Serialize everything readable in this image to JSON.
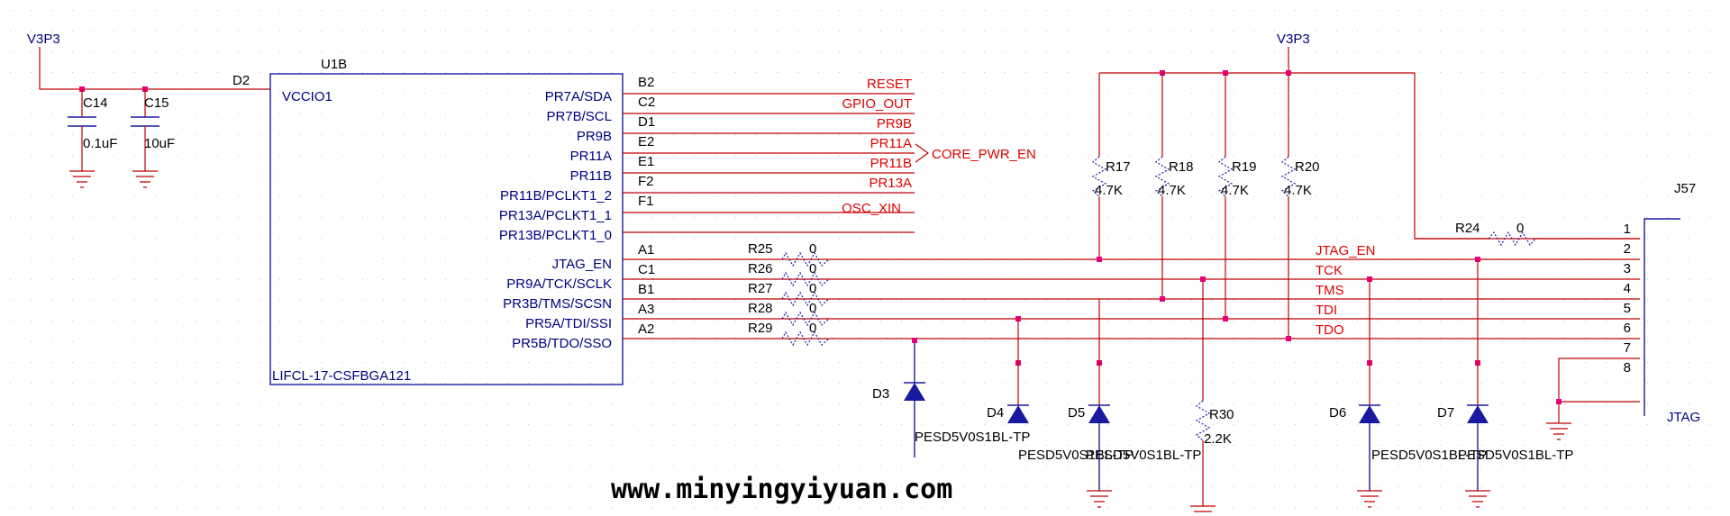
{
  "power": {
    "v3p3_left": "V3P3",
    "v3p3_right": "V3P3"
  },
  "capacitors": {
    "c14": {
      "ref": "C14",
      "value": "0.1uF"
    },
    "c15": {
      "ref": "C15",
      "value": "10uF"
    }
  },
  "u1b": {
    "ref": "U1B",
    "part": "LIFCL-17-CSFBGA121",
    "vccio_pin_num": "D2",
    "vccio_pin": "VCCIO1",
    "pins": [
      {
        "name": "PR7A/SDA",
        "num": "B2"
      },
      {
        "name": "PR7B/SCL",
        "num": "C2"
      },
      {
        "name": "PR9B",
        "num": "D1"
      },
      {
        "name": "PR11A",
        "num": "E2"
      },
      {
        "name": "PR11B",
        "num": "E1"
      },
      {
        "name": "PR11B/PCLKT1_2",
        "num": "F2"
      },
      {
        "name": "PR13A/PCLKT1_1",
        "num": "F1"
      },
      {
        "name": "PR13B/PCLKT1_0",
        "num": ""
      },
      {
        "name": "JTAG_EN",
        "num": "A1"
      },
      {
        "name": "PR9A/TCK/SCLK",
        "num": "C1"
      },
      {
        "name": "PR3B/TMS/SCSN",
        "num": "B1"
      },
      {
        "name": "PR5A/TDI/SSI",
        "num": "A3"
      },
      {
        "name": "PR5B/TDO/SSO",
        "num": "A2"
      }
    ]
  },
  "nets": {
    "reset": "RESET",
    "gpio_out": "GPIO_OUT",
    "pr9b": "PR9B",
    "pr11a": "PR11A",
    "pr11b": "PR11B",
    "pr13a": "PR13A",
    "osc_xin": "OSC_XIN",
    "core_pwr_en": "CORE_PWR_EN",
    "jtag_en": "JTAG_EN",
    "tck": "TCK",
    "tms": "TMS",
    "tdi": "TDI",
    "tdo": "TDO"
  },
  "series_resistors": [
    {
      "ref": "R25",
      "value": "0"
    },
    {
      "ref": "R26",
      "value": "0"
    },
    {
      "ref": "R27",
      "value": "0"
    },
    {
      "ref": "R28",
      "value": "0"
    },
    {
      "ref": "R29",
      "value": "0"
    }
  ],
  "pullups": [
    {
      "ref": "R17",
      "value": "4.7K"
    },
    {
      "ref": "R18",
      "value": "4.7K"
    },
    {
      "ref": "R19",
      "value": "4.7K"
    },
    {
      "ref": "R20",
      "value": "4.7K"
    }
  ],
  "r24": {
    "ref": "R24",
    "value": "0"
  },
  "r30": {
    "ref": "R30",
    "value": "2.2K"
  },
  "diodes": [
    {
      "ref": "D3",
      "part": "PESD5V0S1BL-TP"
    },
    {
      "ref": "D4",
      "part": "PESD5V0S1BL-TP"
    },
    {
      "ref": "D5",
      "part": "PESD5V0S1BL-TP"
    },
    {
      "ref": "D6",
      "part": "PESD5V0S1BL-TP"
    },
    {
      "ref": "D7",
      "part": "PESD5V0S1BL-TP"
    }
  ],
  "connector": {
    "ref": "J57",
    "name": "JTAG",
    "pins": [
      "1",
      "2",
      "3",
      "4",
      "5",
      "6",
      "7",
      "8"
    ]
  },
  "watermark": "www.minyingyiyuan.com"
}
